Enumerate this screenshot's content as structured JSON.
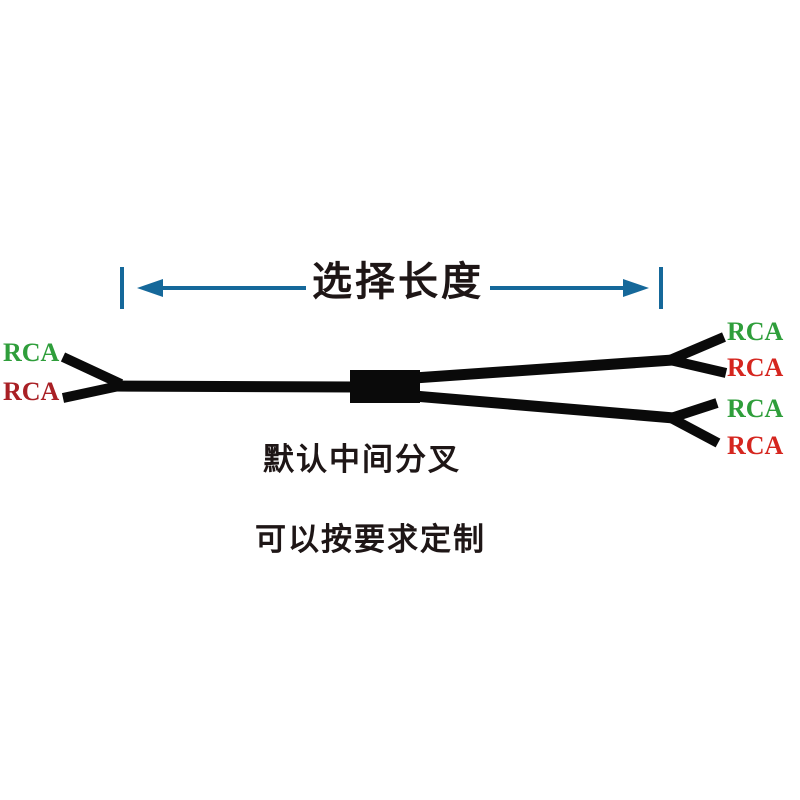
{
  "dimension": {
    "label": "选择长度"
  },
  "notes": {
    "note1": "默认中间分叉",
    "note2": "可以按要求定制"
  },
  "connectors": {
    "left": [
      {
        "label": "RCA",
        "color": "#2f9e3b"
      },
      {
        "label": "RCA",
        "color": "#a92025"
      }
    ],
    "right": [
      {
        "label": "RCA",
        "color": "#2f9e3b"
      },
      {
        "label": "RCA",
        "color": "#d5261f"
      },
      {
        "label": "RCA",
        "color": "#2f9e3b"
      },
      {
        "label": "RCA",
        "color": "#d5261f"
      }
    ]
  },
  "colors": {
    "dimension_line": "#15689a",
    "cable": "#0a0a0a",
    "text": "#1e1616",
    "background": "#ffffff"
  }
}
